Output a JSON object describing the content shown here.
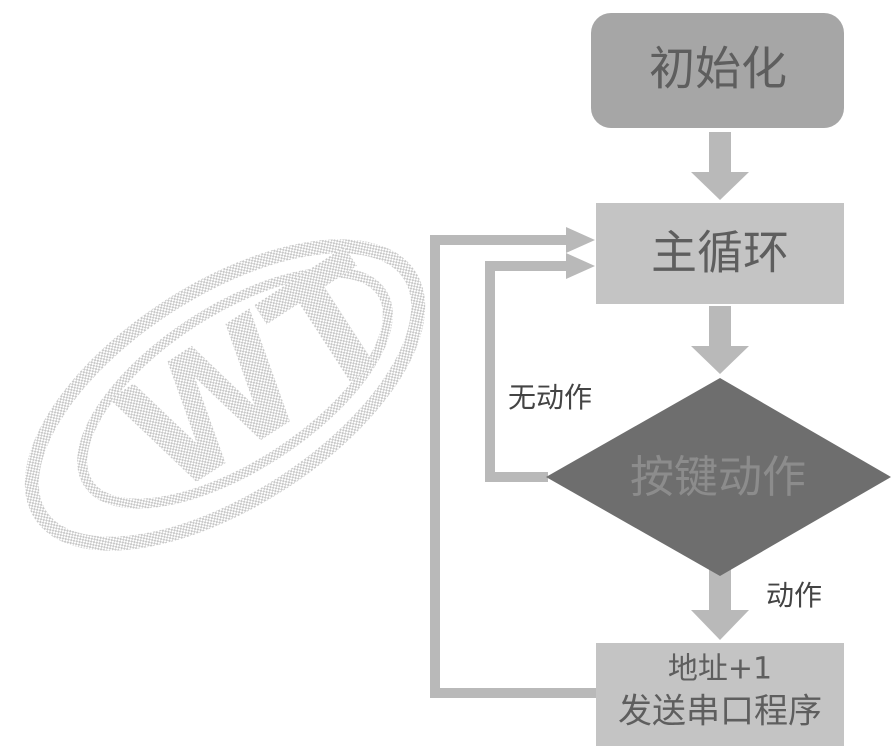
{
  "colors": {
    "arrow": "#b9b9b9",
    "node_init_fill": "#a6a6a6",
    "node_loop_fill": "#c4c4c4",
    "node_decision_fill": "#6e6e6e",
    "node_action_fill": "#c4c4c4",
    "node_text_dark": "#5e5e5e",
    "node_text_on_dark": "#8c8c8c",
    "label_text": "#444444",
    "watermark": "#c8c8c8"
  },
  "watermark": {
    "text": "WT"
  },
  "nodes": {
    "init": {
      "label": "初始化"
    },
    "main_loop": {
      "label": "主循环"
    },
    "key_action": {
      "label": "按键动作"
    },
    "process": {
      "line1": "地址+1",
      "line2": "发送串口程序"
    }
  },
  "edges": {
    "no_action": {
      "label": "无动作"
    },
    "action": {
      "label": "动作"
    }
  }
}
